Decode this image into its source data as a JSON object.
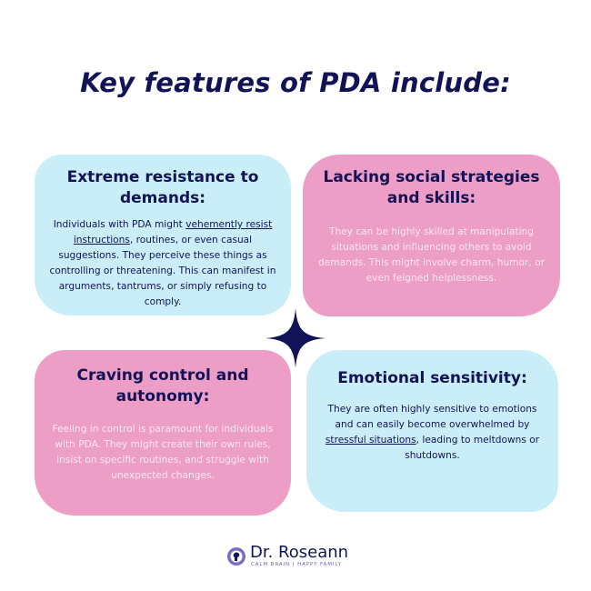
{
  "title": "Key features of PDA include:",
  "cards": [
    {
      "heading": "Extreme resistance to demands:",
      "body_before": "Individuals with PDA might ",
      "body_link": "vehemently resist instructions",
      "body_after": ", routines, or even casual suggestions. They perceive these things as controlling or threatening. This can manifest in arguments, tantrums, or simply refusing to comply."
    },
    {
      "heading": "Lacking social strategies and skills:",
      "body": "They can be highly skilled at manipulating situations and influencing others to avoid demands. This might involve charm, humor, or even feigned helplessness."
    },
    {
      "heading": "Craving control and autonomy:",
      "body": "Feeling in control is paramount for individuals with PDA. They might create their own rules, insist on specific routines, and struggle with unexpected changes."
    },
    {
      "heading": "Emotional sensitivity:",
      "body_before": "They are often highly sensitive to emotions and can easily become overwhelmed by ",
      "body_link": "stressful situations",
      "body_after": ", leading to meltdowns or shutdowns."
    }
  ],
  "brand": {
    "name": "Dr. Roseann",
    "tagline": "CALM BRAIN | HAPPY FAMILY"
  },
  "colors": {
    "navy": "#121356",
    "card_blue": "#c9eef7",
    "card_pink": "#ec9ec7",
    "pink_text": "#fbe6f1"
  },
  "icons": {
    "center": "four-point-star-icon",
    "logo": "brain-head-logo-icon"
  }
}
